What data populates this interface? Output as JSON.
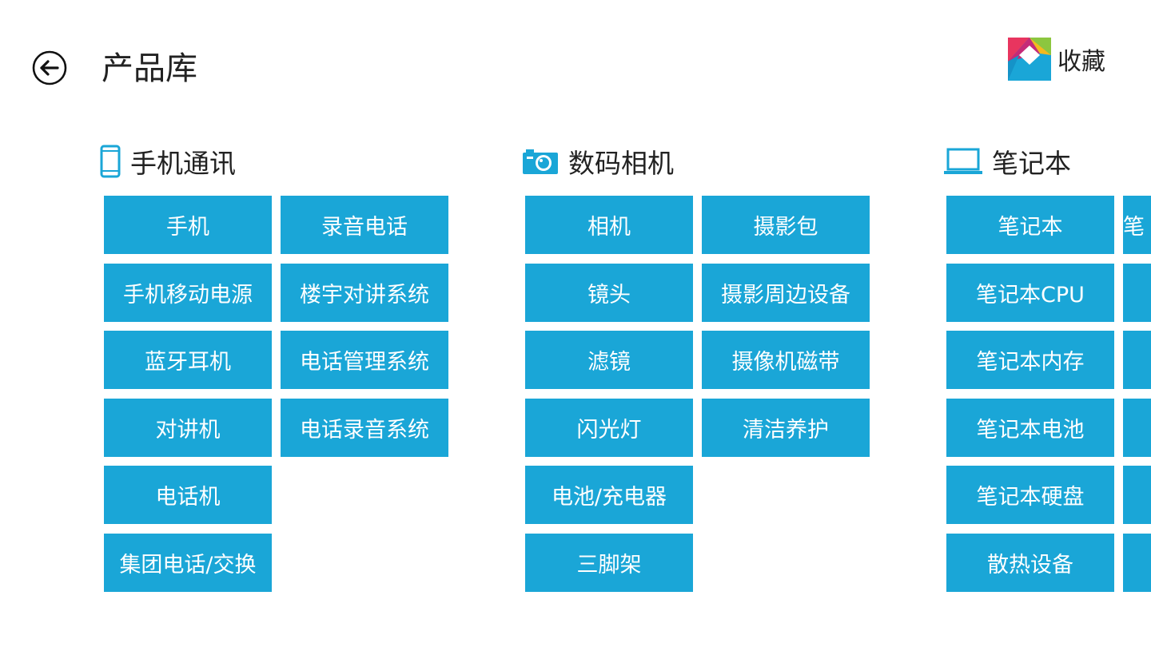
{
  "header": {
    "title": "产品库",
    "favorites_label": "收藏"
  },
  "colors": {
    "tile": "#1aa6d7",
    "tile_text": "#ffffff",
    "icon": "#1aa6d7"
  },
  "sections": [
    {
      "title": "手机通讯",
      "icon": "phone-icon",
      "columns": [
        [
          "手机",
          "手机移动电源",
          "蓝牙耳机",
          "对讲机",
          "电话机",
          "集团电话/交换"
        ],
        [
          "录音电话",
          "楼宇对讲系统",
          "电话管理系统",
          "电话录音系统"
        ]
      ]
    },
    {
      "title": "数码相机",
      "icon": "camera-icon",
      "columns": [
        [
          "相机",
          "镜头",
          "滤镜",
          "闪光灯",
          "电池/充电器",
          "三脚架"
        ],
        [
          "摄影包",
          "摄影周边设备",
          "摄像机磁带",
          "清洁养护"
        ]
      ]
    },
    {
      "title": "笔记本",
      "icon": "laptop-icon",
      "columns": [
        [
          "笔记本",
          "笔记本CPU",
          "笔记本内存",
          "笔记本电池",
          "笔记本硬盘",
          "散热设备"
        ],
        [
          "笔",
          "",
          "",
          "",
          "",
          ""
        ]
      ]
    }
  ]
}
